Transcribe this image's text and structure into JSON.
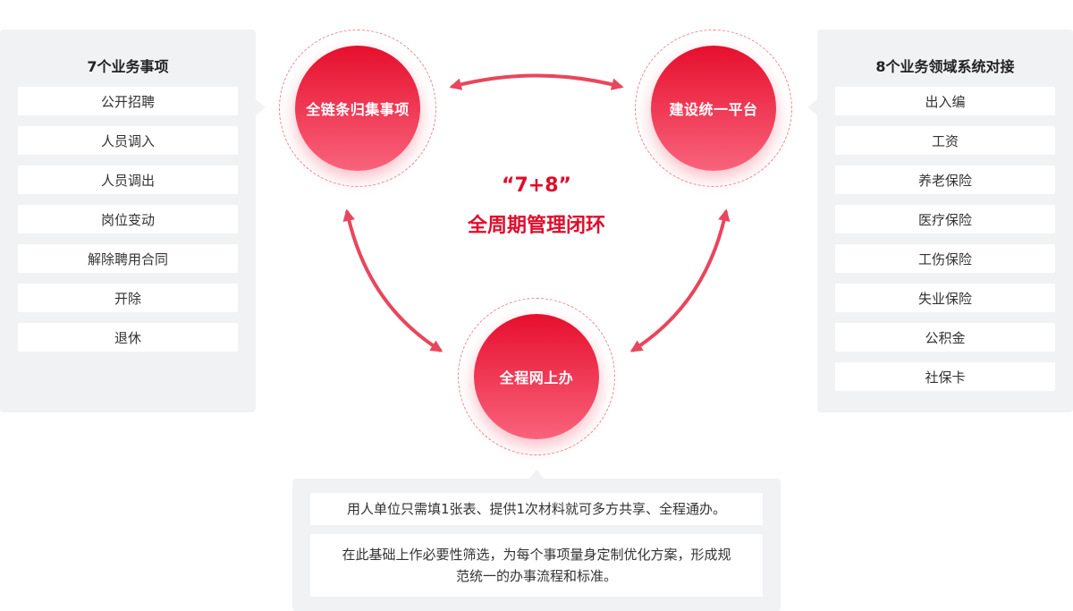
{
  "left_panel": {
    "title": "7个业务事项",
    "items": [
      "公开招聘",
      "人员调入",
      "人员调出",
      "岗位变动",
      "解除聘用合同",
      "开除",
      "退休"
    ]
  },
  "right_panel": {
    "title": "8个业务领域系统对接",
    "items": [
      "出入编",
      "工资",
      "养老保险",
      "医疗保险",
      "工伤保险",
      "失业保险",
      "公积金",
      "社保卡"
    ]
  },
  "nodes": {
    "top_left": "全链条归集事项",
    "top_right": "建设统一平台",
    "bottom": "全程网上办"
  },
  "center": {
    "line1": "“7+8”",
    "line2": "全周期管理闭环"
  },
  "bottom_panel": {
    "line1": "用人单位只需填1张表、提供1次材料就可多方共享、全程通办。",
    "line2": "在此基础上作必要性筛选，为每个事项量身定制优化方案，形成规范统一的办事流程和标准。"
  },
  "colors": {
    "accent": "#e10c2b",
    "arrow": "#e8465c",
    "panel_bg": "#f1f2f4"
  }
}
